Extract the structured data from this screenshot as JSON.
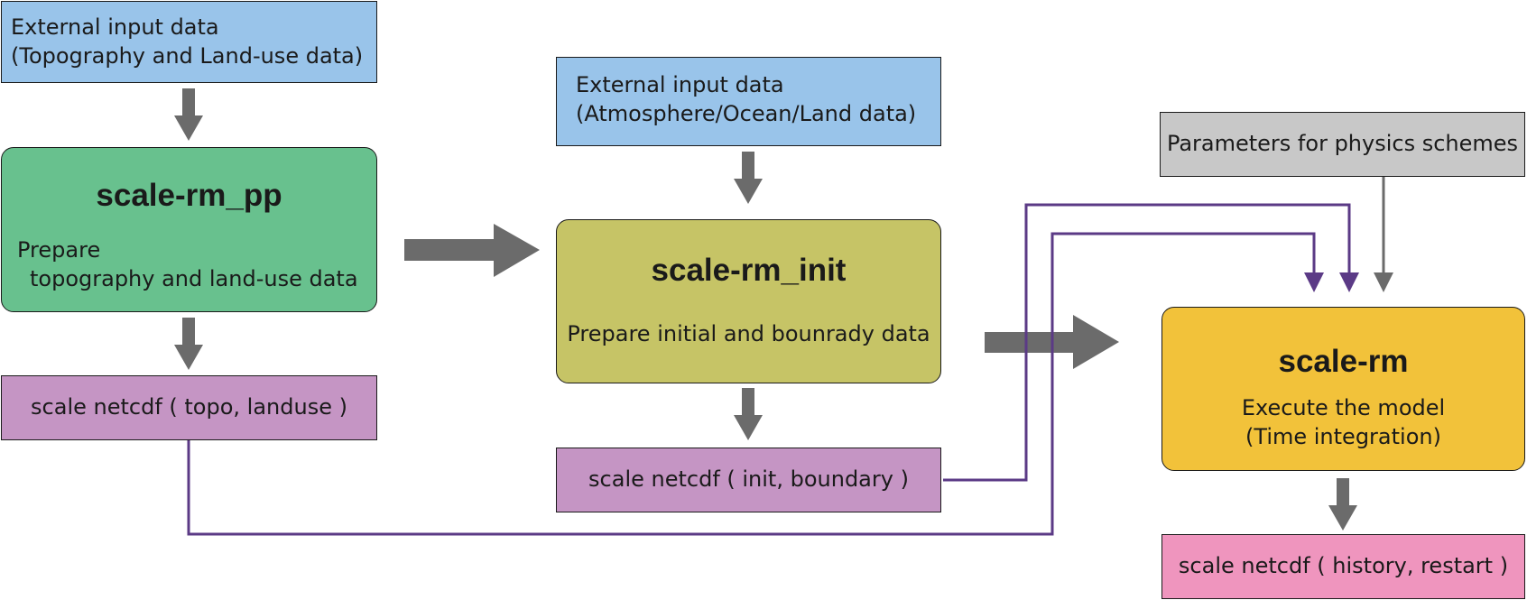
{
  "topo_input": {
    "line1": "External input data",
    "line2": "(Topography and Land-use data)"
  },
  "pp": {
    "title": "scale-rm_pp",
    "line1": "Prepare",
    "line2": "topography and land-use data"
  },
  "pp_output": {
    "label": "scale netcdf ( topo, landuse )"
  },
  "atm_input": {
    "line1": "External input data",
    "line2": "(Atmosphere/Ocean/Land data)"
  },
  "init": {
    "title": "scale-rm_init",
    "desc": "Prepare initial and bounrady data"
  },
  "init_output": {
    "label": "scale netcdf ( init, boundary )"
  },
  "params": {
    "label": "Parameters for physics schemes"
  },
  "rm": {
    "title": "scale-rm",
    "line1": "Execute the model",
    "line2": "(Time integration)"
  },
  "rm_output": {
    "label": "scale netcdf ( history, restart )"
  },
  "colors": {
    "input": "#99c4ea",
    "pp": "#68c18e",
    "init": "#c6c466",
    "model": "#f2c23a",
    "params": "#c8c8c8",
    "netcdf": "#c595c4",
    "result": "#ef95be",
    "arrow": "#6b6b6b",
    "link": "#5b3a86"
  }
}
